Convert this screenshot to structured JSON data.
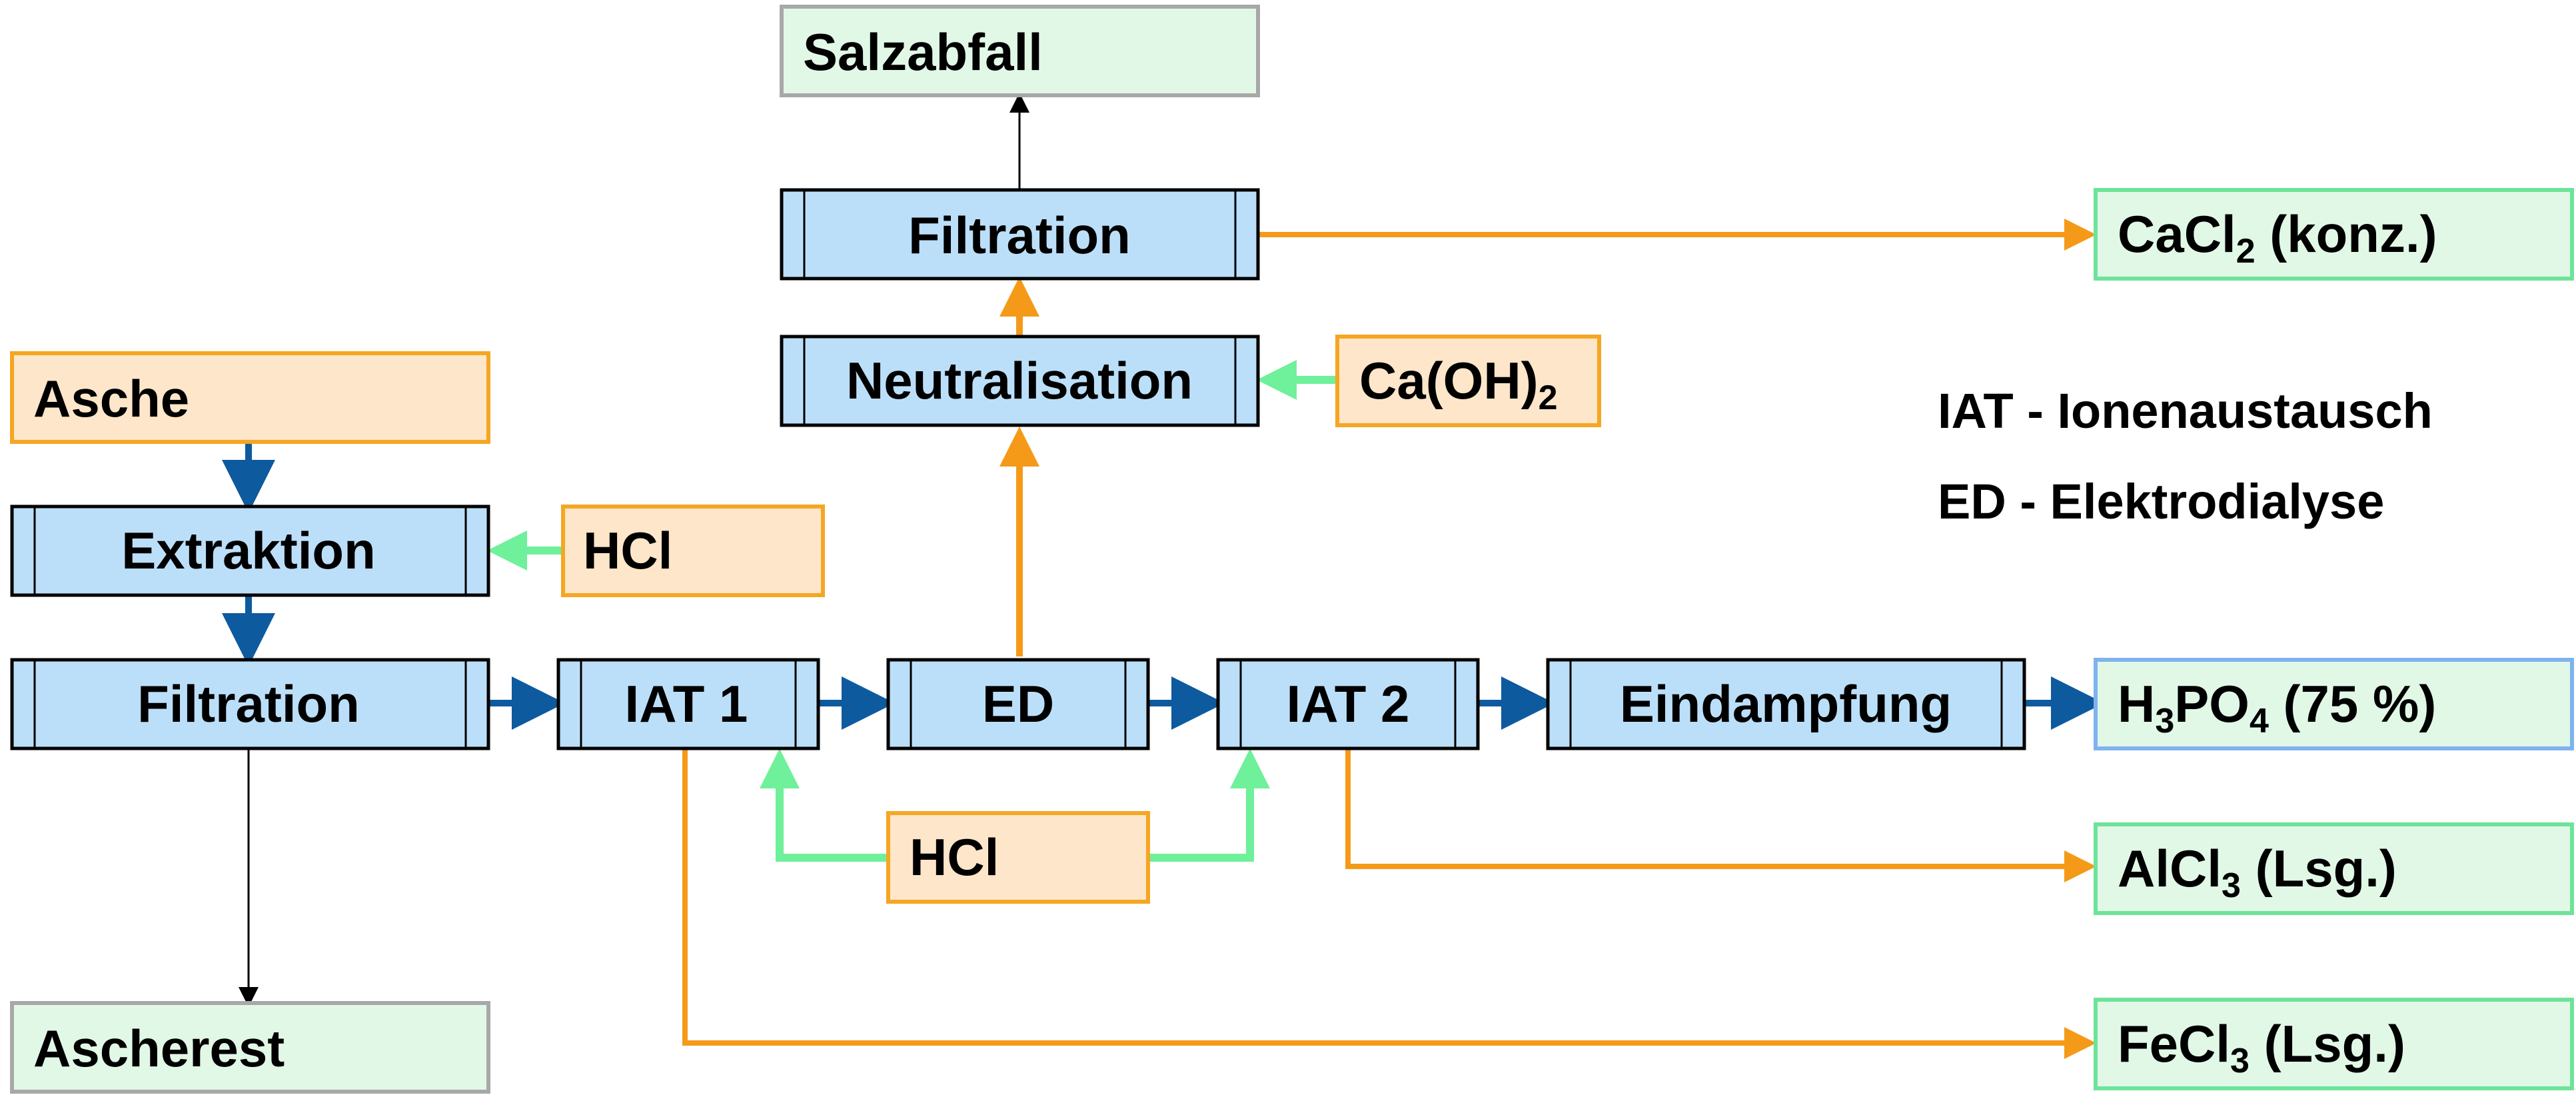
{
  "colors": {
    "process_fill": "#bcdff9",
    "input_fill": "#fde6c9",
    "input_border": "#f5a623",
    "output_fill": "#e1f8e7",
    "output_green_border": "#6de39a",
    "output_gray_border": "#a8a8a8",
    "output_blue_border": "#7fb2ef",
    "arrow_blue": "#0d5a9f",
    "arrow_orange": "#f59a18",
    "arrow_green": "#6ff09a",
    "arrow_black": "#000000"
  },
  "nodes": {
    "salzabfall": {
      "label": "Salzabfall"
    },
    "filtration_top": {
      "label": "Filtration"
    },
    "neutralisation": {
      "label": "Neutralisation"
    },
    "caoh2": {
      "label": "Ca(OH)",
      "sub": "2",
      "after": ""
    },
    "cacl2": {
      "label": "CaCl",
      "sub": "2",
      "after": " (konz.)"
    },
    "asche": {
      "label": "Asche"
    },
    "extraktion": {
      "label": "Extraktion"
    },
    "hcl_top": {
      "label": "HCl"
    },
    "filtration_main": {
      "label": "Filtration"
    },
    "iat1": {
      "label": "IAT 1"
    },
    "ed": {
      "label": "ED"
    },
    "iat2": {
      "label": "IAT 2"
    },
    "eindampfung": {
      "label": "Eindampfung"
    },
    "h3po4": {
      "pre": "H",
      "sub1": "3",
      "mid": "PO",
      "sub2": "4",
      "after": " (75 %)"
    },
    "hcl_bottom": {
      "label": "HCl"
    },
    "alcl3": {
      "label": "AlCl",
      "sub": "3",
      "after": " (Lsg.)"
    },
    "ascherest": {
      "label": "Ascherest"
    },
    "fecl3": {
      "label": "FeCl",
      "sub": "3",
      "after": " (Lsg.)"
    }
  },
  "legend": {
    "iat": "IAT - Ionenaustausch",
    "ed": "ED - Elektrodialyse"
  }
}
